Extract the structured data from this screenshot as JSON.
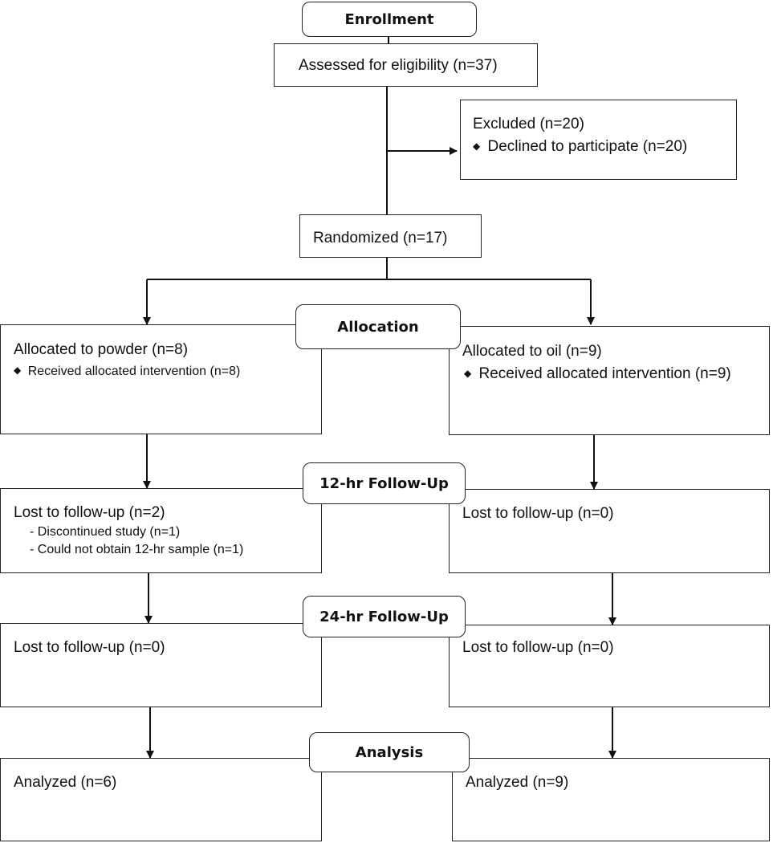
{
  "stages": {
    "enrollment": "Enrollment",
    "allocation": "Allocation",
    "followup12": "12-hr Follow-Up",
    "followup24": "24-hr Follow-Up",
    "analysis": "Analysis"
  },
  "assessed": "Assessed for eligibility (n=37)",
  "excluded": {
    "title": "Excluded  (n=20)",
    "bullet": "Declined to participate (n=20)"
  },
  "randomized": "Randomized (n=17)",
  "left": {
    "allocated": "Allocated to powder (n=8)",
    "received": "Received allocated intervention (n=8)",
    "lost12": "Lost to follow-up (n=2)",
    "lost12_reasons": [
      "- Discontinued study (n=1)",
      "- Could not obtain 12-hr sample (n=1)"
    ],
    "lost24": "Lost to follow-up (n=0)",
    "analyzed": "Analyzed (n=6)"
  },
  "right": {
    "allocated": "Allocated to oil (n=9)",
    "received": "Received allocated intervention (n=9)",
    "lost12": "Lost to follow-up (n=0)",
    "lost24": "Lost to follow-up (n=0)",
    "analyzed": "Analyzed (n=9)"
  },
  "bullet_symbol": "◆"
}
